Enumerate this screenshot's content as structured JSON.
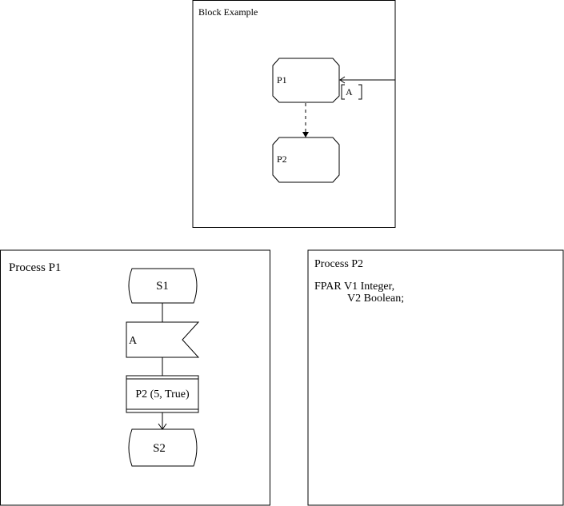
{
  "block_example": {
    "title": "Block Example",
    "process_1": "P1",
    "process_2": "P2",
    "signal_list": "A"
  },
  "process_p1": {
    "title": "Process P1",
    "start_state": "S1",
    "input_signal": "A",
    "procedure_call": "P2 (5, True)",
    "next_state": "S2"
  },
  "process_p2": {
    "title": "Process P2",
    "fpar_line_1": "FPAR V1 Integer,",
    "fpar_line_2": "V2 Boolean;"
  }
}
